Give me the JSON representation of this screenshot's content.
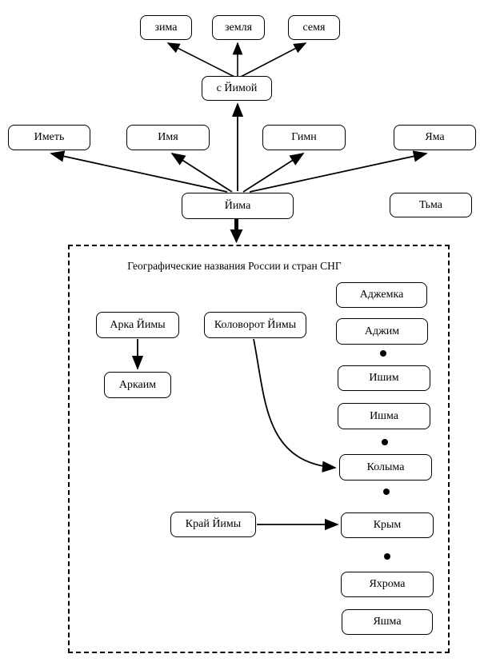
{
  "diagram": {
    "root": "Йима",
    "s_yimoy": "с Йимой",
    "derived_words": {
      "zima": "зима",
      "zemlya": "земля",
      "semya": "семя"
    },
    "cognates": {
      "imet": "Иметь",
      "imya": "Имя",
      "gimn": "Гимн",
      "yama": "Яма",
      "tma": "Тьма"
    },
    "geo_group": {
      "title": "Географические названия России и стран СНГ",
      "arka_yimy": "Арка Йимы",
      "arkaim": "Аркаим",
      "kolovorot_yimy": "Коловорот Йимы",
      "kray_yimy": "Край Йимы",
      "toponyms": [
        "Аджемка",
        "Аджим",
        "Ишим",
        "Ишма",
        "Колыма",
        "Крым",
        "Яхрома",
        "Яшма"
      ]
    },
    "icons": {
      "ellipsis_dot": "filled-circle",
      "arrowhead": "filled-triangle"
    },
    "colors": {
      "line": "#000000",
      "box_border": "#000000",
      "box_background": "#ffffff",
      "text": "#000000",
      "page_background": "#ffffff"
    }
  }
}
